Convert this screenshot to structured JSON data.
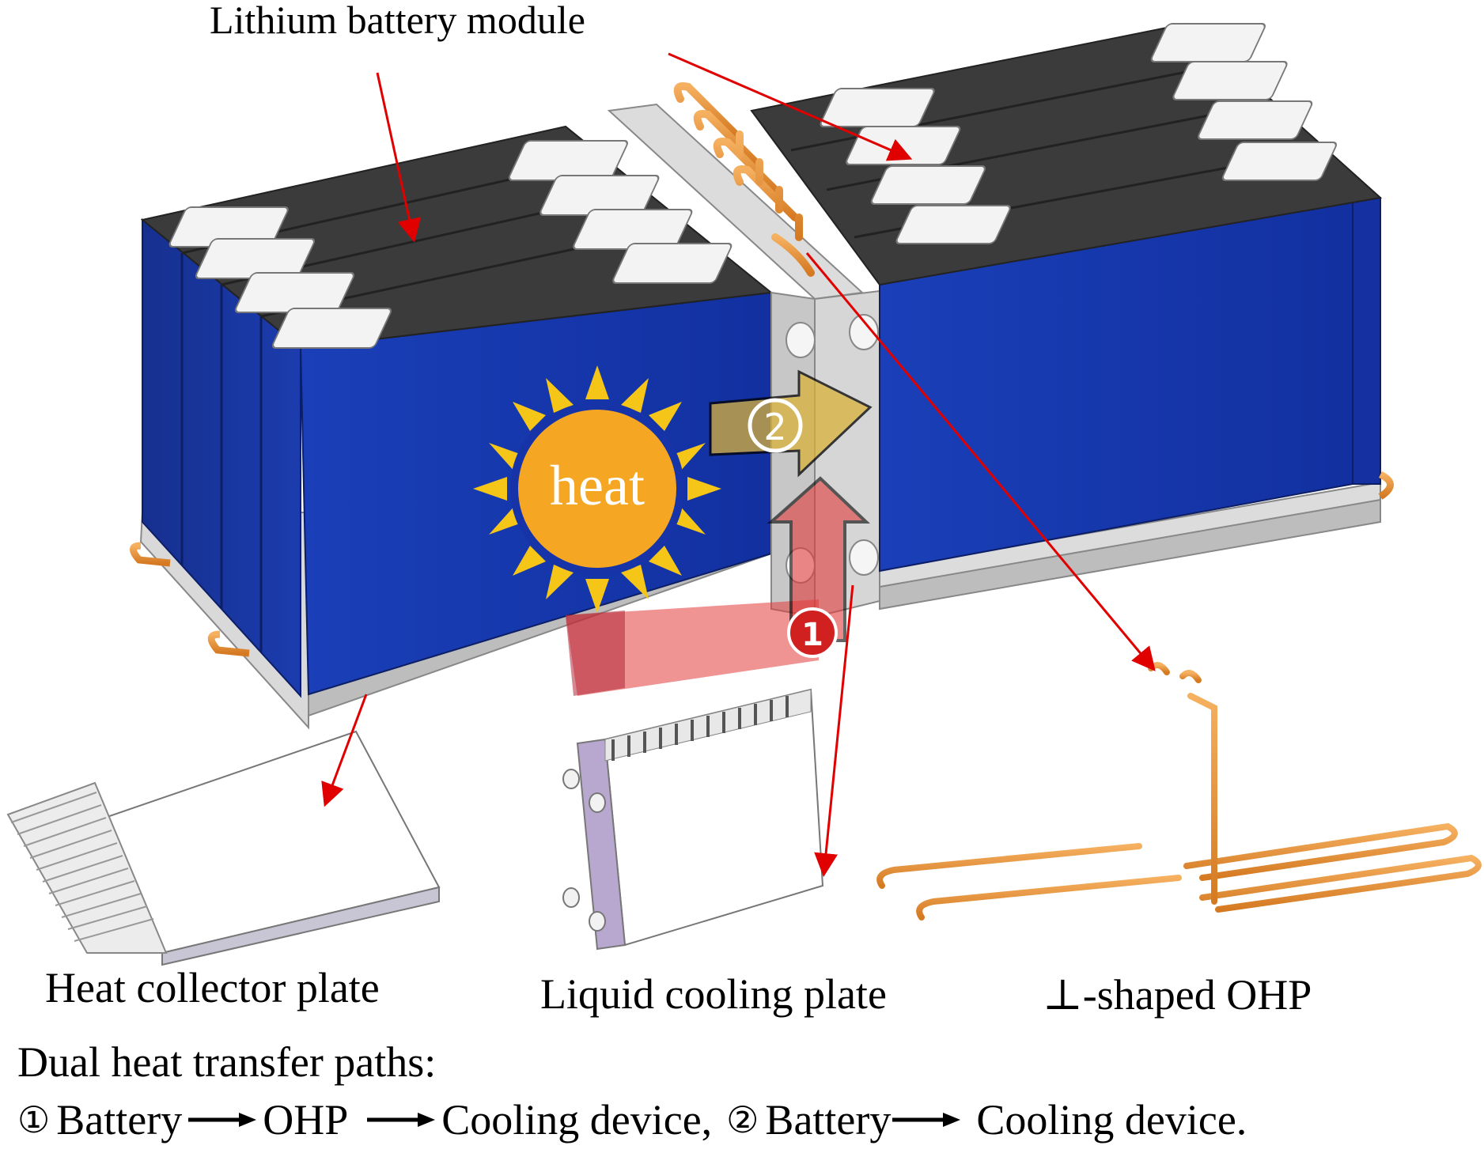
{
  "labels": {
    "module": "Lithium battery module",
    "heat": "heat",
    "path1_marker": "①",
    "path2_marker": "②",
    "heat_collector": "Heat collector plate",
    "liquid_cooling": "Liquid cooling plate",
    "ohp": "⊥-shaped OHP",
    "dual_title": "Dual heat transfer paths:"
  },
  "paths_line": {
    "p1_marker": "①",
    "p1_a": "Battery",
    "p1_b": "OHP",
    "p1_c": "Cooling device,",
    "p2_marker": "②",
    "p2_a": "Battery",
    "p2_b": "Cooling device."
  },
  "colors": {
    "battery_blue": "#1433a8",
    "battery_top": "#3a3a3a",
    "terminal": "#f2f2f2",
    "copper": "#e08a2e",
    "sun": "#f5a623",
    "ray": "#f5c518",
    "path1": "#e23b3b",
    "path2": "#c9a028",
    "pointer": "#e00000"
  }
}
